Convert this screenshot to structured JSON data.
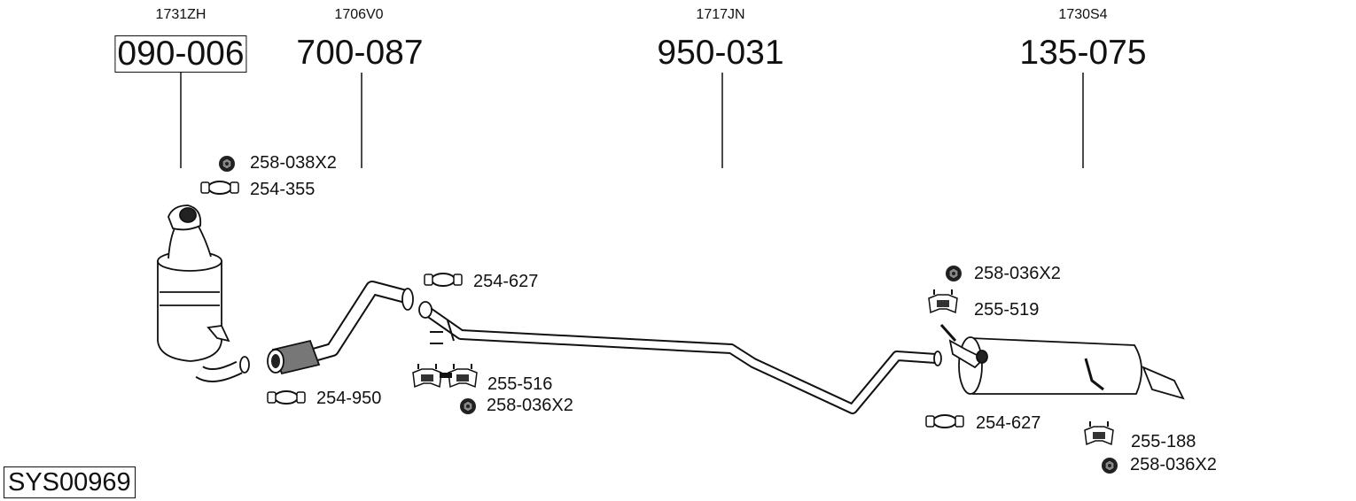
{
  "assembly_id": "SYS00969",
  "main_parts": [
    {
      "oem_code": "1731ZH",
      "part_number": "090-006",
      "highlighted": true,
      "description_icon": "catalytic-converter"
    },
    {
      "oem_code": "1706V0",
      "part_number": "700-087",
      "highlighted": false,
      "description_icon": "front-pipe"
    },
    {
      "oem_code": "1717JN",
      "part_number": "950-031",
      "highlighted": false,
      "description_icon": "middle-pipe"
    },
    {
      "oem_code": "1730S4",
      "part_number": "135-075",
      "highlighted": false,
      "description_icon": "rear-silencer"
    }
  ],
  "accessories": [
    {
      "label": "258-038X2",
      "icon": "nut-icon"
    },
    {
      "label": "254-355",
      "icon": "clamp-icon"
    },
    {
      "label": "254-627",
      "icon": "clamp-icon"
    },
    {
      "label": "254-950",
      "icon": "clamp-icon"
    },
    {
      "label": "255-516",
      "icon": "hanger-icon"
    },
    {
      "label": "258-036X2",
      "icon": "nut-icon"
    },
    {
      "label": "258-036X2",
      "icon": "nut-icon"
    },
    {
      "label": "255-519",
      "icon": "hanger-icon"
    },
    {
      "label": "254-627",
      "icon": "clamp-icon"
    },
    {
      "label": "255-188",
      "icon": "hanger-icon"
    },
    {
      "label": "258-036X2",
      "icon": "nut-icon"
    }
  ]
}
